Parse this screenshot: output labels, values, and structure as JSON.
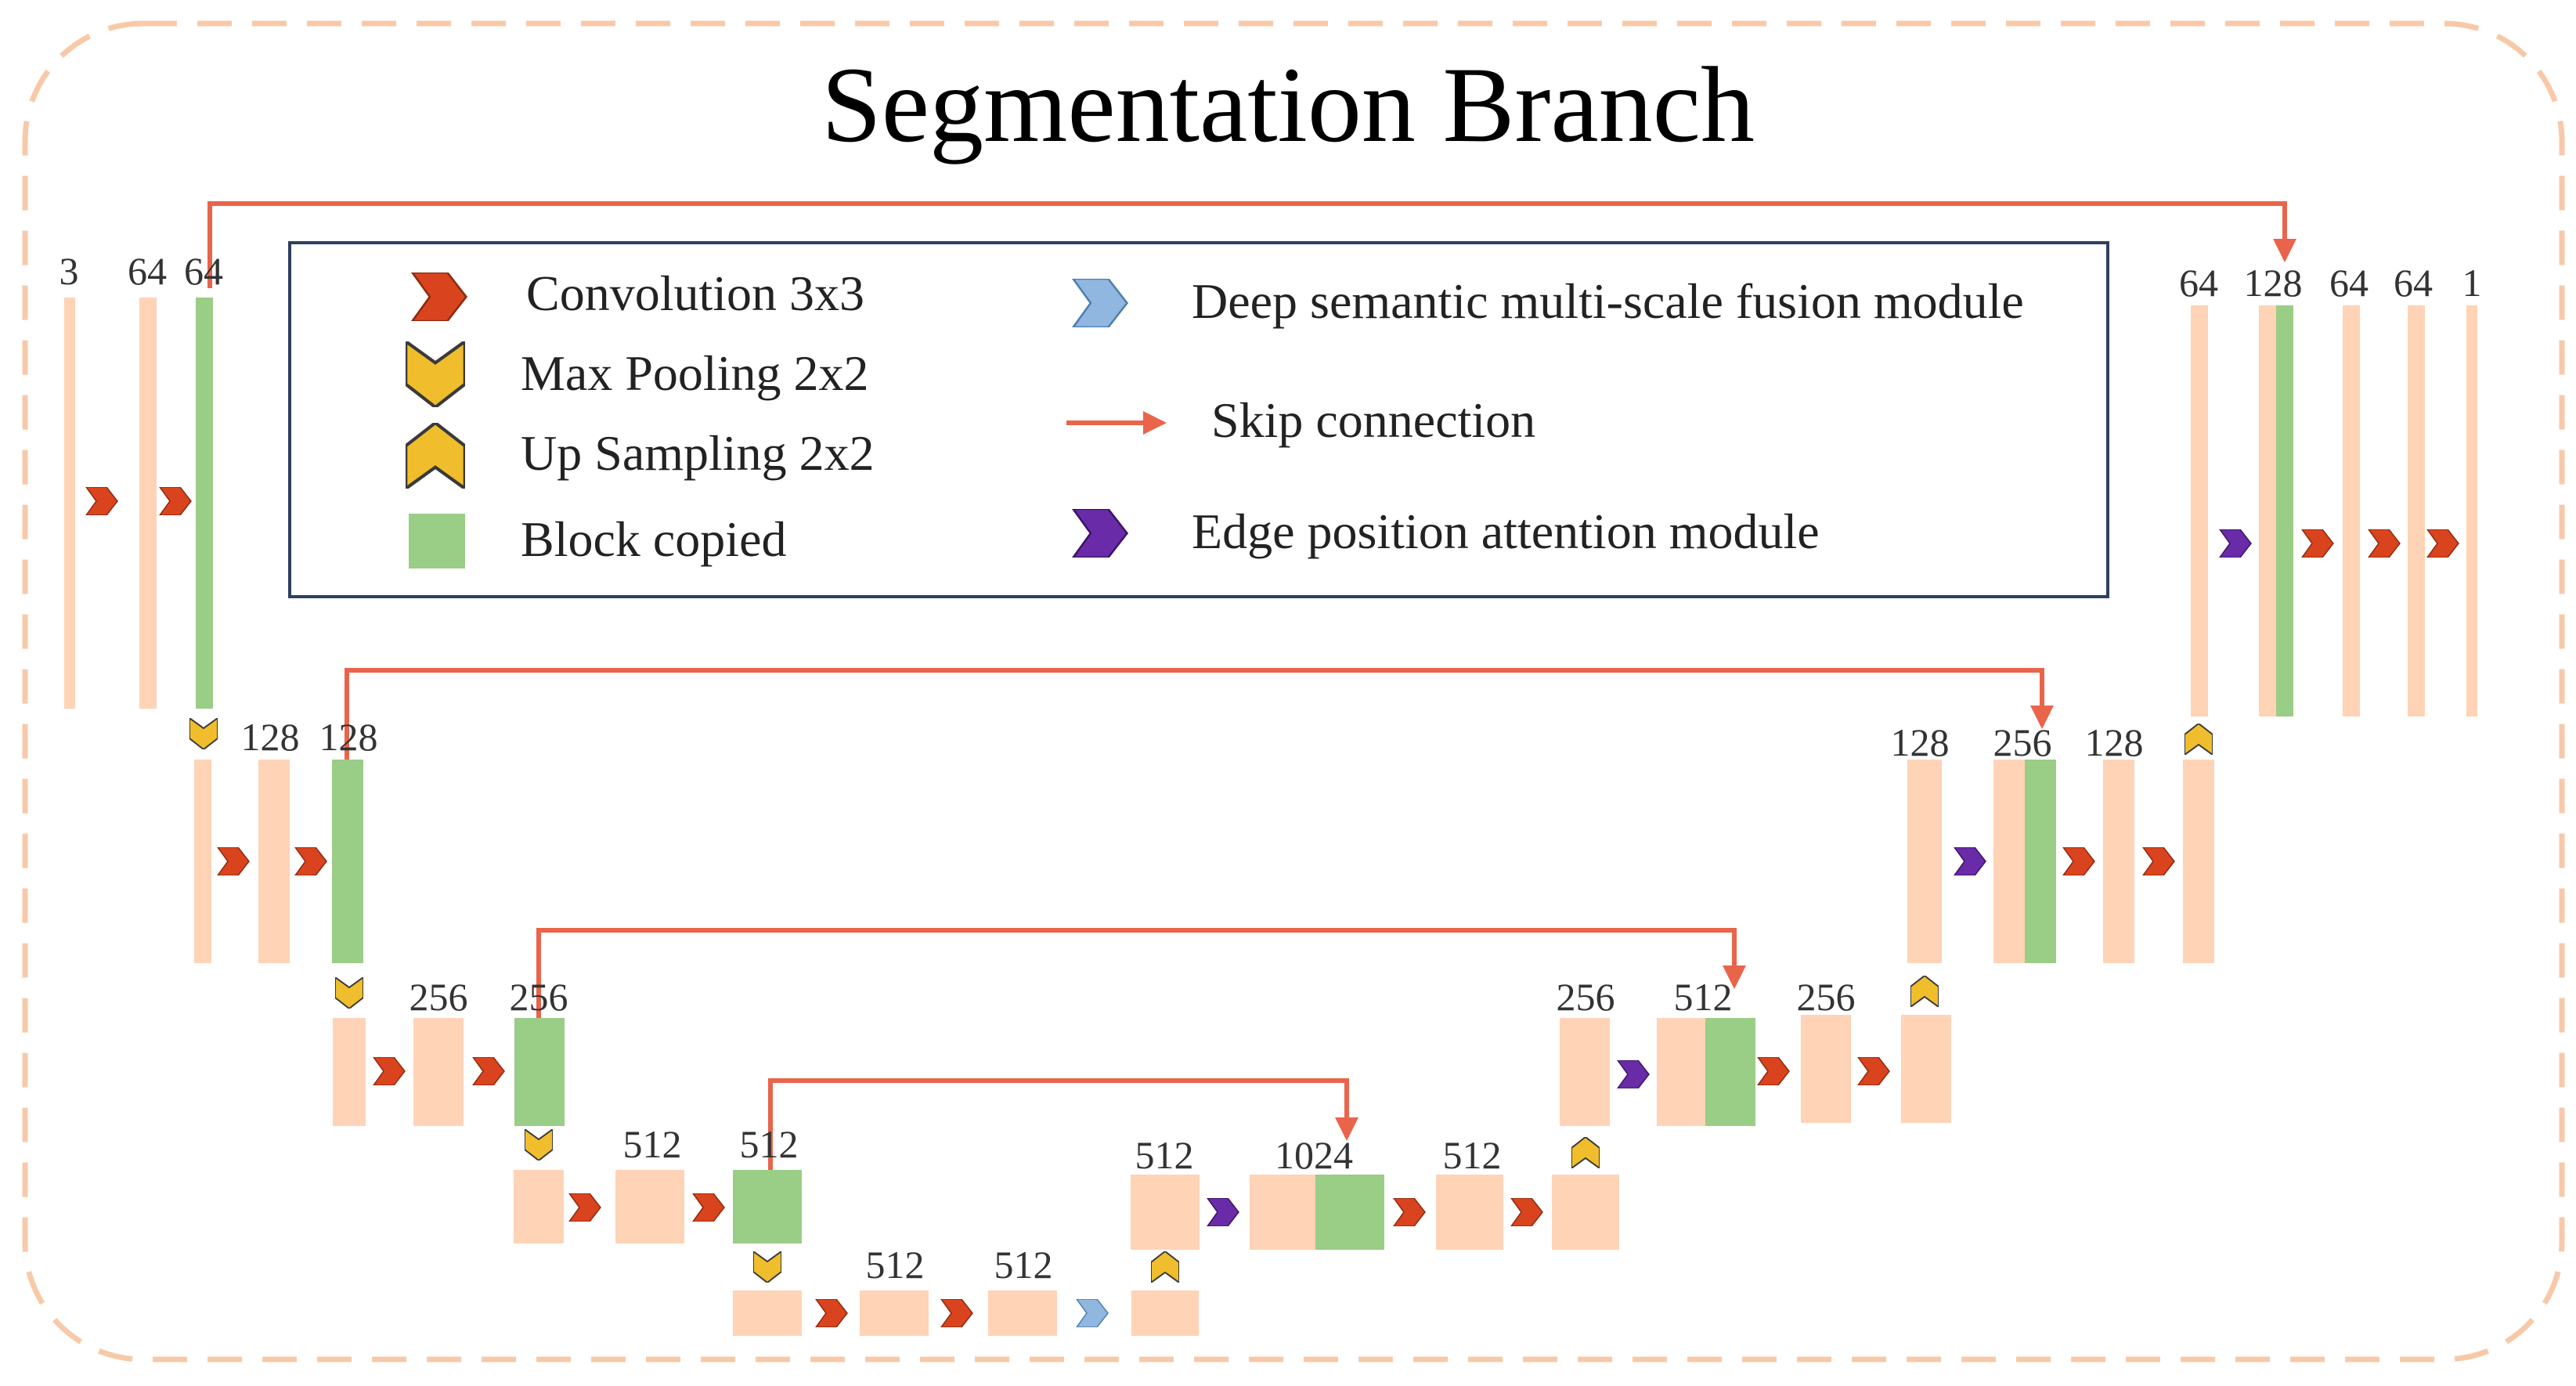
{
  "title": "Segmentation Branch",
  "colors": {
    "feature_map": "#FFD3B6",
    "copied_block": "#9ACD86",
    "convolution": "#D9441E",
    "max_pooling": "#F0BE2C",
    "up_sampling": "#F0BE2C",
    "dsmf": "#8FB7DF",
    "edge_attention": "#6A2BA8",
    "skip_connection": "#E9644A",
    "frame_border": "#F8C9A8",
    "legend_border": "#2F3F5F"
  },
  "legend": {
    "convolution": "Convolution 3x3",
    "max_pooling": "Max Pooling 2x2",
    "up_sampling": "Up Sampling 2x2",
    "block_copied": "Block copied",
    "dsmf": "Deep semantic multi-scale fusion module",
    "skip": "Skip connection",
    "edge": "Edge position attention module"
  },
  "labels": {
    "enc1": [
      "3",
      "64",
      "64"
    ],
    "enc2": [
      "128",
      "128"
    ],
    "enc3": [
      "256",
      "256"
    ],
    "enc4": [
      "512",
      "512"
    ],
    "bottom": [
      "512",
      "512"
    ],
    "dec4": [
      "512",
      "1024",
      "512"
    ],
    "dec3": [
      "256",
      "512",
      "256"
    ],
    "dec2": [
      "128",
      "256",
      "128"
    ],
    "dec1": [
      "64",
      "128",
      "64",
      "64",
      "1"
    ]
  }
}
